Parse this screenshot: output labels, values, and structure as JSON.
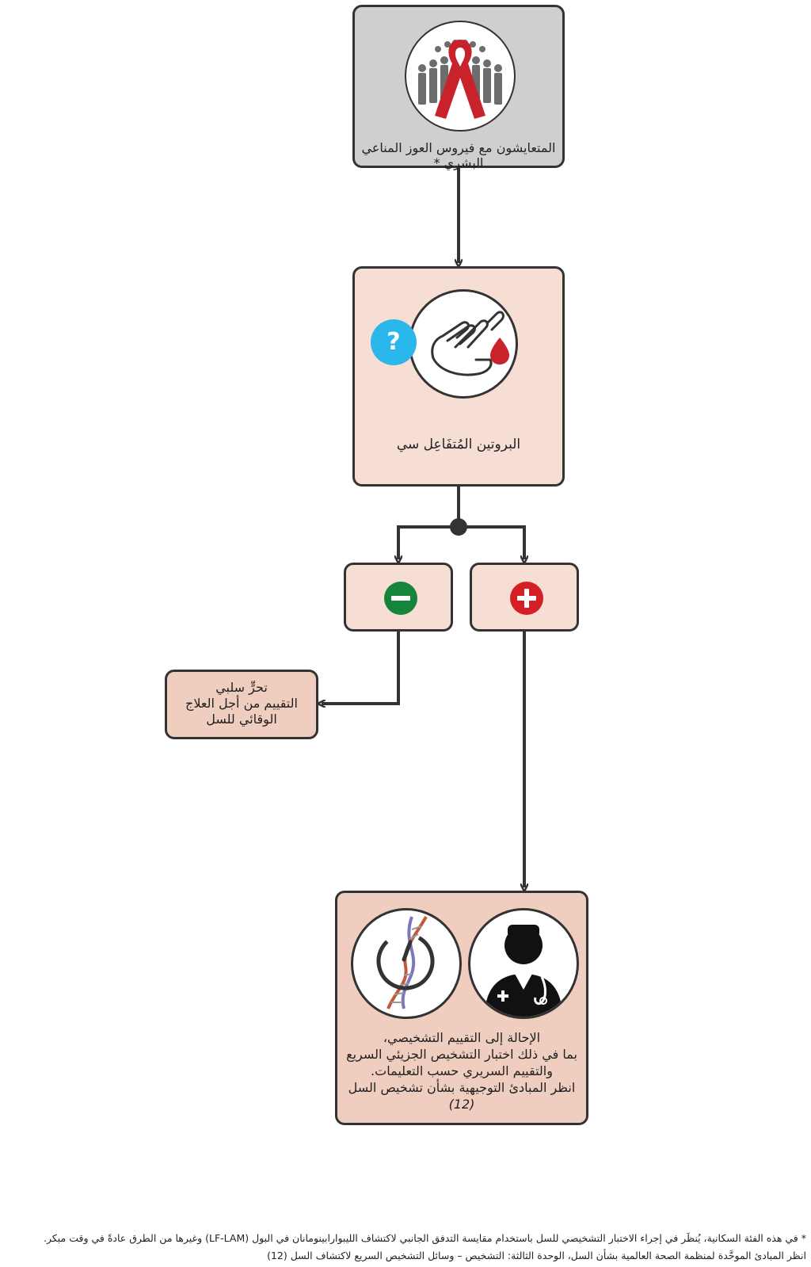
{
  "nodes": {
    "hiv": {
      "label": "المتعايشون مع فيروس العوز المناعي البشري *",
      "icon": "hiv-population-ribbon-icon",
      "fill": "#cfcfcf"
    },
    "crp": {
      "label": "البروتين المُتفَاعِل سي",
      "icon": "finger-prick-blood-icon",
      "badge": "?",
      "fill": "#f6ded5"
    },
    "negative": {
      "icon": "minus-circle-icon",
      "color": "#15853b",
      "fill": "#f6ded5"
    },
    "positive": {
      "icon": "plus-circle-icon",
      "color": "#d51f26",
      "fill": "#f6ded5"
    },
    "neg_outcome": {
      "line1": "تحرٍّ سلبي",
      "line2": "التقييم من أجل العلاج",
      "line3": "الوقائي للسل",
      "fill": "#efcdbf"
    },
    "referral": {
      "line1": "الإحالة إلى التقييم التشخيصي،",
      "line2": "بما في ذلك اختبار التشخيص الجزيئي السريع",
      "line3": "والتقييم السريري حسب التعليمات.",
      "line4": "انظر المبادئ التوجيهية بشأن تشخيص السل",
      "line5": "(12)",
      "icons": [
        "doctor-icon",
        "dna-test-icon"
      ],
      "fill": "#efcdbf"
    }
  },
  "footnote": {
    "line1": "* في هذه الفئة السكانية، يُنظَر في إجراء الاختبار التشخيصي للسل باستخدام مقايسة التدفق الجانبي لاكتشاف الليبوارابينومانان في البول (LF-LAM) وغيرها من الطرق عادةً في وقت مبكر.",
    "line2": "انظر المبادئ الموحَّدة لمنظمة الصحة العالمية بشأن السل، الوحدة الثالثة: التشخيص – وسائل التشخيص السريع لاكتشاف السل (12)"
  },
  "colors": {
    "line": "#333333"
  }
}
